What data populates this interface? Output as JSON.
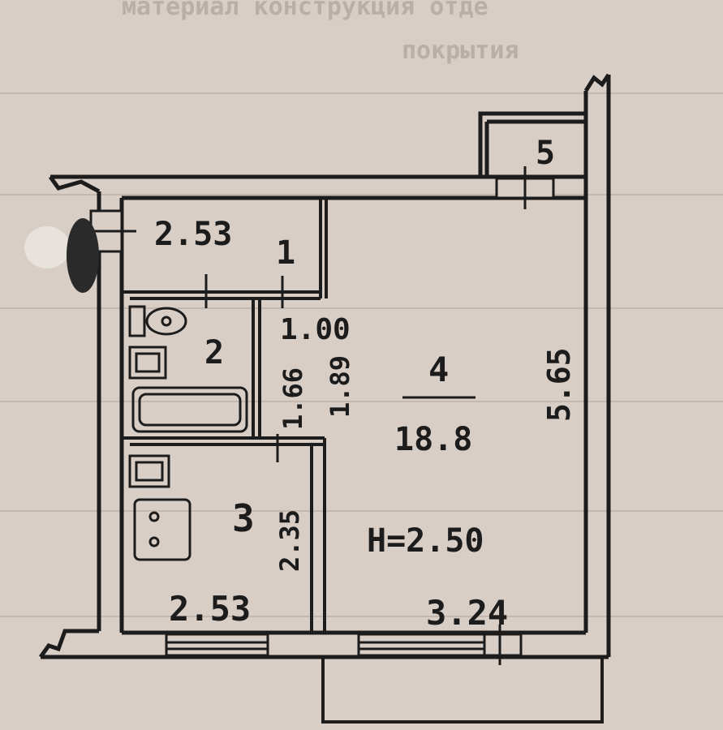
{
  "colors": {
    "paper": "#d8cec6",
    "ink": "#1c1c1c",
    "faint_ink": "#b9aea8"
  },
  "background_text": {
    "header_line_1": "материал  конструкция  отде",
    "header_line_2": "покрытия"
  },
  "rooms": [
    {
      "id": "hallway",
      "number": "1",
      "width_label": "2.53",
      "depth_label": "1.00"
    },
    {
      "id": "bathroom",
      "number": "2",
      "depth_label": "1.89",
      "width_label": "1.66"
    },
    {
      "id": "kitchen",
      "number": "3",
      "width_label": "2.53",
      "depth_label": "2.35"
    },
    {
      "id": "living",
      "number": "4",
      "area": "18.8",
      "ceiling_height": "H=2.50",
      "width_label": "3.24",
      "depth_label": "5.65"
    },
    {
      "id": "balcony",
      "number": "5"
    }
  ],
  "fixtures": [
    "bathtub-icon",
    "toilet-icon",
    "sink-icon",
    "stove-icon"
  ]
}
